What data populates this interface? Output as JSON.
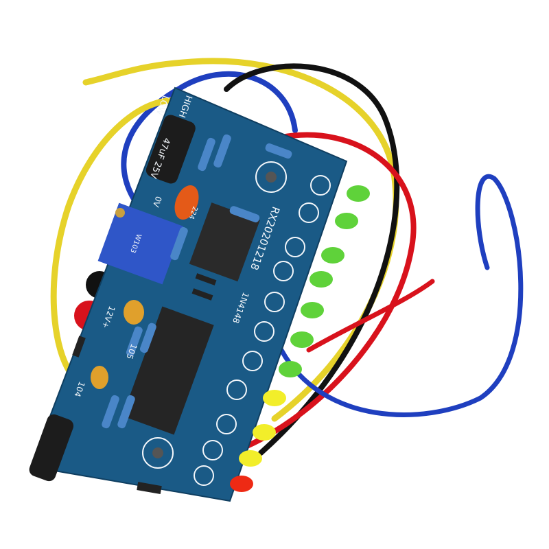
{
  "board": {
    "model_label": "RX20201218",
    "diode_label": "1N4148",
    "high_label": "HIGH",
    "low_label": "LOW",
    "zero_v_label": "0V",
    "supply_label": "12V+",
    "cap_105_label": "105",
    "cap_104_label": "104",
    "cap_224_label": "224",
    "electrolytic_label": "47uF 25V",
    "pot_label": "W103"
  },
  "colors": {
    "pcb": "#1a5a86",
    "wire_yellow": "#e6d22a",
    "wire_blue": "#1f3fbf",
    "wire_black": "#111111",
    "wire_red": "#d8121c",
    "led_green": "#5fd23a",
    "led_yellow": "#f2ee2a",
    "led_red": "#ee2a14"
  },
  "leds": [
    "green",
    "green",
    "green",
    "green",
    "green",
    "green",
    "green",
    "yellow",
    "yellow",
    "yellow",
    "red"
  ]
}
